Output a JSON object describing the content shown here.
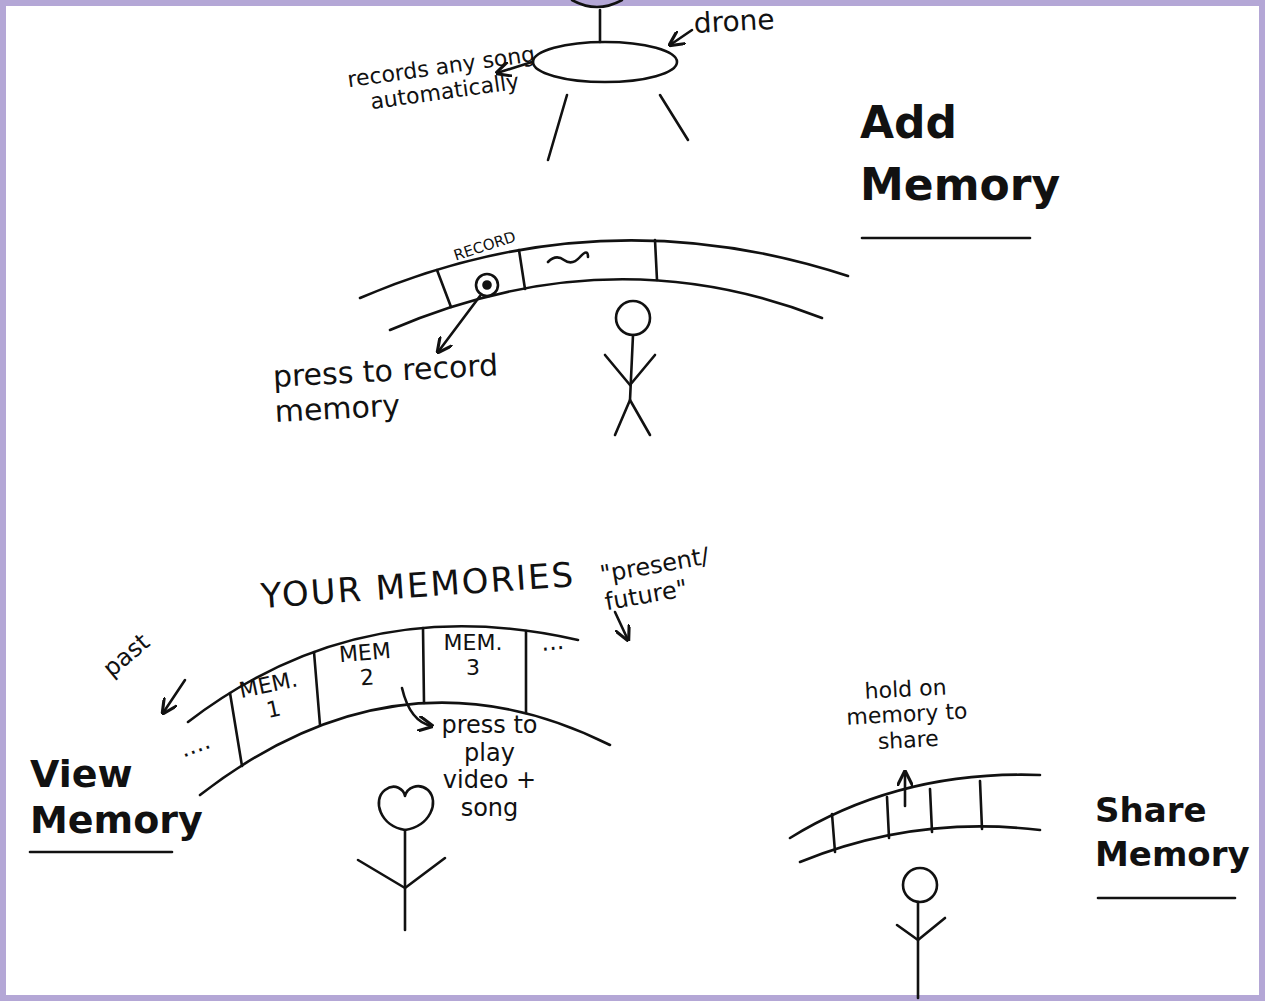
{
  "diagram": {
    "nodes": [
      {
        "text": [
          "RECORD"
        ]
      },
      {
        "text": [
          "YOUR MEMORIES"
        ]
      },
      {
        "text": [
          "MEM. 1"
        ],
        "in": 1
      },
      {
        "text": [
          "MEM 2"
        ],
        "in": 1
      },
      {
        "text": [
          "MEM. 3"
        ],
        "in": 1
      }
    ],
    "labels": [
      "drone",
      "records any song automatically",
      "press to record memory",
      "Add Memory",
      "past",
      "....",
      "...",
      "\"present/ future\"",
      "press to play video + song",
      "View Memory",
      "hold on memory to share",
      "Share Memory"
    ]
  }
}
